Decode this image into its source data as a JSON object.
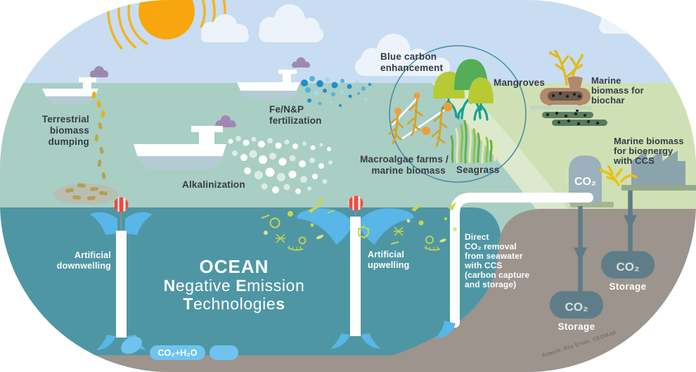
{
  "title": {
    "line1": "OCEAN",
    "line2_bold1": "N",
    "line2_reg1": "egative ",
    "line2_bold2": "E",
    "line2_reg2": "mission",
    "line3_bold1": "T",
    "line3_reg1": "echnologie",
    "line3_bold2": "s"
  },
  "labels": {
    "terrestrial": [
      "Terrestrial",
      "biomass",
      "dumping"
    ],
    "fertilization": [
      "Fe/N&P",
      "fertilization"
    ],
    "alkalinization": "Alkalinization",
    "blue_carbon": [
      "Blue carbon",
      "enhancement"
    ],
    "mangroves": "Mangroves",
    "macroalgae": [
      "Macroalgae farms /",
      "marine biomass"
    ],
    "seagrass": "Seagrass",
    "biochar": [
      "Marine",
      "biomass for",
      "biochar"
    ],
    "bioenergy": [
      "Marine biomass",
      "for bioenergy",
      "with CCS"
    ],
    "downwelling": [
      "Artificial",
      "downwelling"
    ],
    "upwelling": [
      "Artificial",
      "upwelling"
    ],
    "direct_removal": [
      "Direct",
      "CO₂ removal",
      "from seawater",
      "with CCS",
      "(carbon capture",
      "and storage)"
    ]
  },
  "co2": {
    "tank_label": "CO₂",
    "storage_left_co2": "CO₂",
    "storage_left_label": "Storage",
    "storage_right_co2": "CO₂",
    "storage_right_label": "Storage",
    "pill_label": "CO₂+H₂O"
  },
  "credit": {
    "text": "Artwork: Rita Erven, GEOMAR"
  },
  "colors": {
    "sky": "#c8ddf1",
    "sea_surface": "#a9cec3",
    "deep_sea": "#4f96a4",
    "land": "#cfe1b4",
    "beach": "#dce9cd",
    "sediment": "#9c948d",
    "sun": "#f7a70d",
    "plume_blue": "#58b6e8",
    "pill_blue": "#6fc3ee",
    "pipe_dark": "#5e7b87",
    "storage_blob": "#5f7d89",
    "buoy_red": "#ee4a41",
    "smoke_purple": "#a087b2",
    "fertilizer_blue": "#1e8ed0",
    "algae_yellow": "#d6a32a",
    "mangrove_green": "#55ad57",
    "text_dark": "#343b46"
  }
}
